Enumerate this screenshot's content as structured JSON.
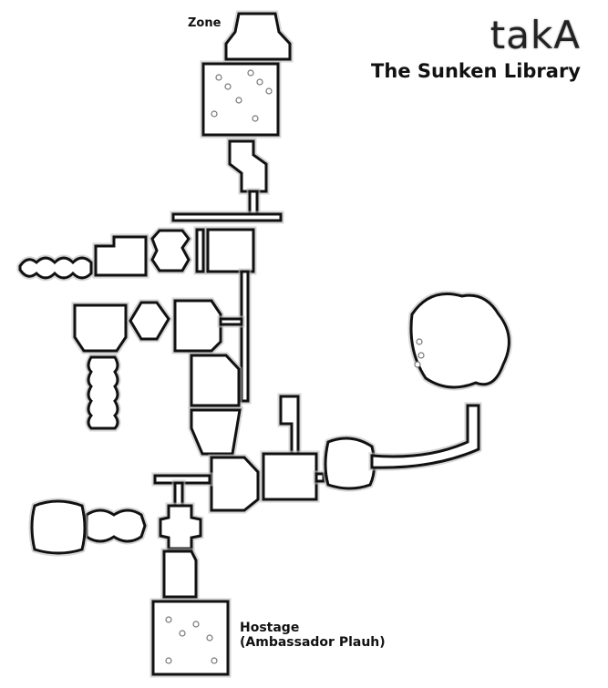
{
  "title": "takA",
  "subtitle": "The Sunken Library",
  "labels": {
    "zone": "Zone",
    "hostage_line1": "Hostage",
    "hostage_line2": "(Ambassador Plauh)"
  },
  "colors": {
    "wall": "#111111",
    "floor": "#ffffff"
  }
}
